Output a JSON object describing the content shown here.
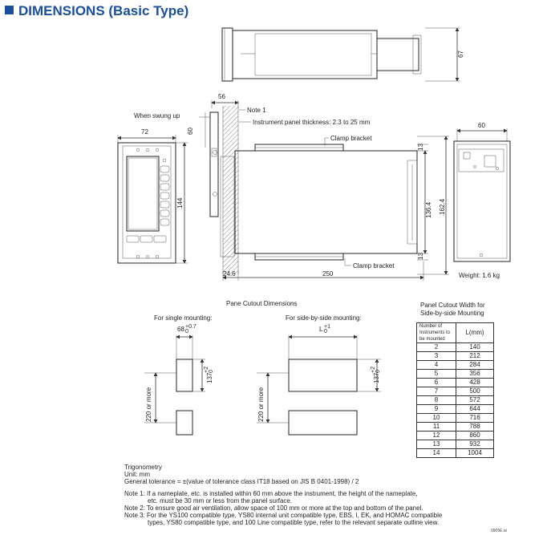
{
  "title": "DIMENSIONS (Basic Type)",
  "top_view": {
    "dim_height": "67"
  },
  "side_view": {
    "dim_56": "56",
    "note1": "Note 1",
    "panel_thickness": "Instrument panel thickness: 2.3 to 25 mm",
    "when_swung_up": "When swung up",
    "dim_60": "60",
    "clamp_bracket_top": "Clamp bracket",
    "clamp_bracket_bottom": "Clamp bracket",
    "dim_13_top": "13",
    "dim_13_bottom": "13",
    "dim_136_4": "136.4",
    "dim_162_4": "162.4",
    "dim_24_6": "24.6",
    "dim_250": "250"
  },
  "front_view": {
    "dim_72": "72",
    "dim_144": "144"
  },
  "rear_view": {
    "dim_60": "60",
    "weight": "Weight: 1.6 kg"
  },
  "cutout": {
    "heading": "Pane Cutout Dimensions",
    "single_label": "For single mounting:",
    "single_width": "68",
    "single_width_tol": "+0.7",
    "single_width_tol2": "0",
    "side_label": "For side-by-side mounting:",
    "side_width": "L",
    "side_width_tol": "+1",
    "side_width_tol2": "0",
    "height": "137",
    "height_tol": "+2",
    "height_tol2": "0",
    "spacing_single": "220 or more",
    "spacing_side": "220 or more"
  },
  "panel_table": {
    "heading_line1": "Panel Cutout Width for",
    "heading_line2": "Side-by-side Mounting",
    "col1": "Number of Instruments to be mounted",
    "col2": "L(mm)",
    "rows": [
      [
        "2",
        "140"
      ],
      [
        "3",
        "212"
      ],
      [
        "4",
        "284"
      ],
      [
        "5",
        "356"
      ],
      [
        "6",
        "428"
      ],
      [
        "7",
        "500"
      ],
      [
        "8",
        "572"
      ],
      [
        "9",
        "644"
      ],
      [
        "10",
        "716"
      ],
      [
        "11",
        "788"
      ],
      [
        "12",
        "860"
      ],
      [
        "13",
        "932"
      ],
      [
        "14",
        "1004"
      ]
    ]
  },
  "notes": {
    "trig": "Trigonometry",
    "unit": "Unit: mm",
    "tolerance": "General tolerance = ±(value of tolerance class IT18 based on JIS B 0401-1998) / 2",
    "note1a": "Note 1: If a nameplate, etc. is installed within 60 mm above the instrument, the height of the nameplate,",
    "note1b": "etc. must be 30 mm or less from the panel surface.",
    "note2": "Note 2: To ensure good air ventilation, allow space of 100 mm or more at the top and bottom of the panel.",
    "note3a": "Note 3: For the YS100 compatible type, YS80 internal unit compatible type, EBS, I, EK, and HOMAC compatible",
    "note3b": "types, YS80 compatible type, and 100 Line compatible type, refer to the relevant separate outline view.",
    "code": "0905E.ai"
  },
  "colors": {
    "title": "#1a4f9c"
  }
}
